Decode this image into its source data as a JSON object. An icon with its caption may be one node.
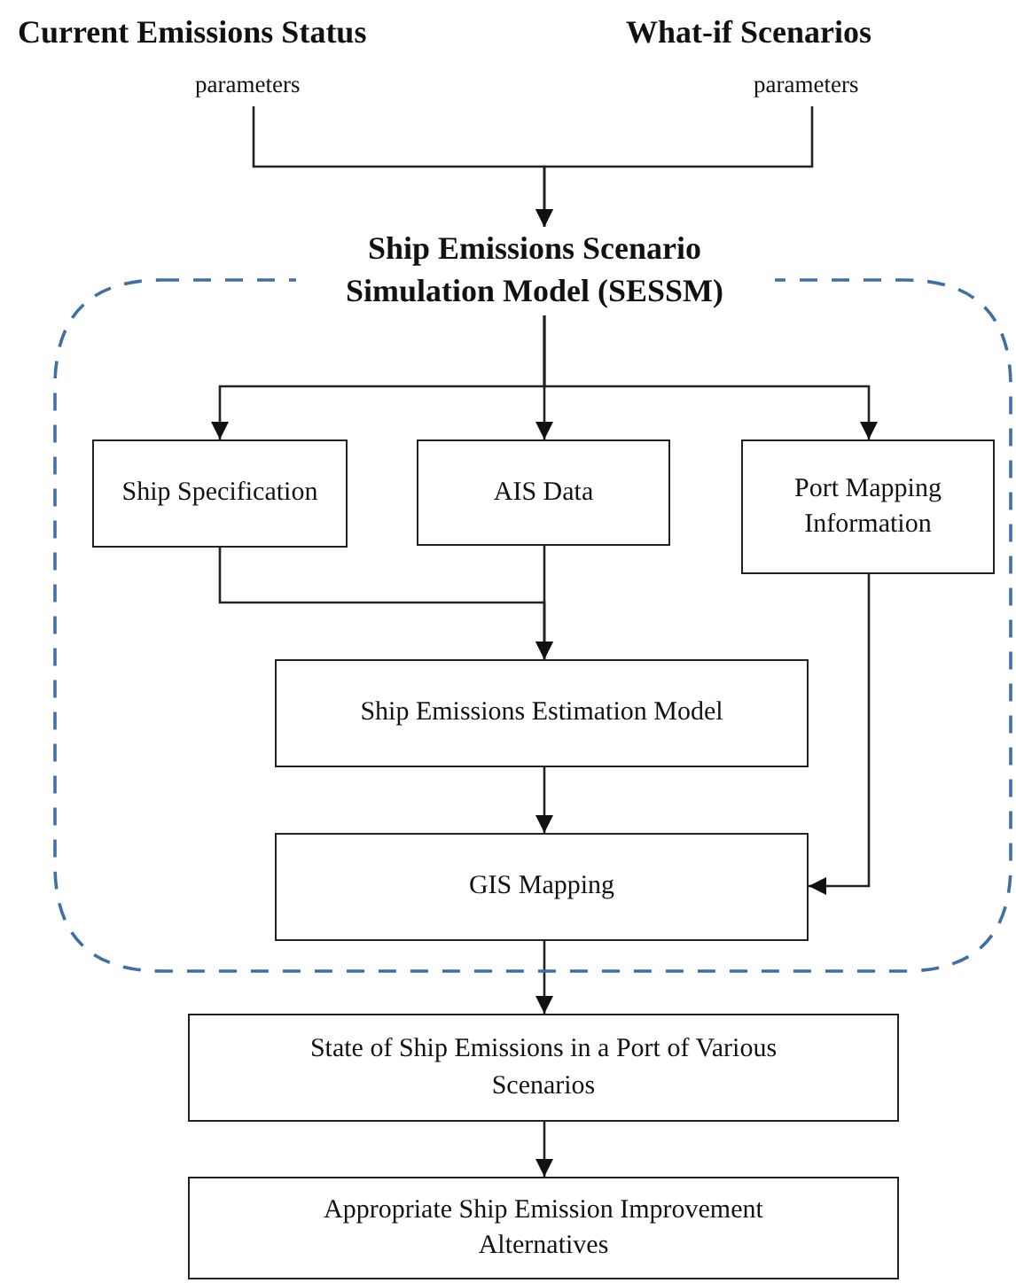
{
  "diagram": {
    "nodes": [
      {
        "text": [
          "Current Emissions Status",
          "parameters"
        ]
      },
      {
        "text": [
          "What-if Scenarios",
          "parameters"
        ]
      },
      {
        "text": [
          "Ship Emissions Scenario Simulation Model (SESSM)"
        ]
      },
      {
        "text": [
          "Ship Specification"
        ],
        "in": 2
      },
      {
        "text": [
          "AIS Data"
        ],
        "in": 2
      },
      {
        "text": [
          "Port Mapping Information"
        ],
        "in": 2
      },
      {
        "text": [
          "Ship Emissions Estimation Model"
        ],
        "in": 2
      },
      {
        "text": [
          "GIS Mapping"
        ],
        "in": 2
      },
      {
        "text": [
          "State of Ship Emissions in a Port of Various Scenarios"
        ]
      },
      {
        "text": [
          "Appropriate Ship Emission Improvement Alternatives"
        ]
      }
    ],
    "edges": [
      {
        "from": 0,
        "to": 2,
        "arrow": "to"
      },
      {
        "from": 1,
        "to": 2,
        "arrow": "to"
      },
      {
        "from": 2,
        "to": 3,
        "arrow": "to"
      },
      {
        "from": 2,
        "to": 4,
        "arrow": "to"
      },
      {
        "from": 2,
        "to": 5,
        "arrow": "to"
      },
      {
        "from": 3,
        "to": 6,
        "arrow": "to"
      },
      {
        "from": 4,
        "to": 6,
        "arrow": "to"
      },
      {
        "from": 5,
        "to": 7,
        "arrow": "to"
      },
      {
        "from": 6,
        "to": 7,
        "arrow": "to"
      },
      {
        "from": 7,
        "to": 8,
        "arrow": "to"
      },
      {
        "from": 8,
        "to": 9,
        "arrow": "to"
      }
    ]
  }
}
